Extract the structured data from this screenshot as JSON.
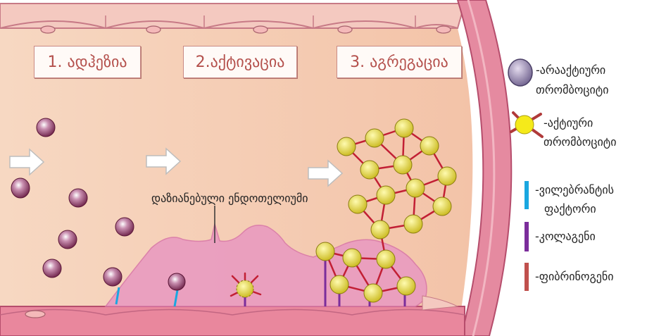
{
  "stages": [
    {
      "label": "1. ადჰეზია"
    },
    {
      "label": "2.აქტივაცია"
    },
    {
      "label": "3. აგრეგაცია"
    }
  ],
  "annotation": {
    "damaged_endothelium": "დაზიანებული ენდოთელიუმი"
  },
  "legend": [
    {
      "line1": "-არააქტიური",
      "line2": "თრომბოციტი",
      "icon": "inactive-platelet-icon"
    },
    {
      "line1": "-აქტიური",
      "line2": "თრომბოციტი",
      "icon": "active-platelet-icon"
    },
    {
      "line1": "-ვილებრანტის",
      "line2": "ფაქტორი",
      "icon": "blue-bar-icon",
      "color": "#1aa7e0"
    },
    {
      "line1": "-კოლაგენი",
      "line2": "",
      "icon": "purple-bar-icon",
      "color": "#7b2d9b"
    },
    {
      "line1": "-ფიბრინოგენი",
      "line2": "",
      "icon": "red-bar-icon",
      "color": "#c0504d"
    }
  ],
  "colors": {
    "lumen": "#f6cdb4",
    "vessel_wall": "#e58aa0",
    "platelet_inactive": "#8c2b5a",
    "platelet_active": "#f0e235",
    "fibrinogen": "#c21f34"
  }
}
